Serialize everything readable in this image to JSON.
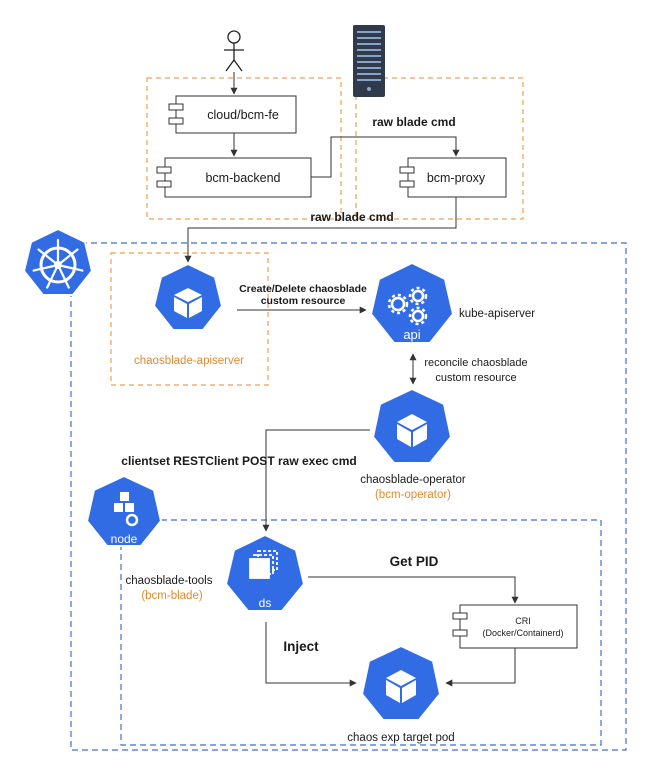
{
  "labels": {
    "cloud_fe": "cloud/bcm-fe",
    "bcm_backend": "bcm-backend",
    "bcm_proxy": "bcm-proxy",
    "raw_blade_cmd_top": "raw blade cmd",
    "raw_blade_cmd_bottom": "raw blade cmd",
    "create_delete_line1": "Create/Delete chaosblade",
    "create_delete_line2": "custom resource",
    "kube_apiserver": "kube-apiserver",
    "api_badge": "api",
    "reconcile_line1": "reconcile chaosblade",
    "reconcile_line2": "custom resource",
    "chaosblade_apiserver": "chaosblade-apiserver",
    "clientset": "clientset RESTClient POST raw exec cmd",
    "operator_line1": "chaosblade-operator",
    "operator_line2": "(bcm-operator)",
    "node_badge": "node",
    "tools_line1": "chaosblade-tools",
    "tools_line2": "(bcm-blade)",
    "ds_badge": "ds",
    "get_pid": "Get PID",
    "cri_line1": "CRI",
    "cri_line2": "(Docker/Containerd)",
    "inject": "Inject",
    "target_pod": "chaos exp target pod"
  },
  "colors": {
    "k8s_blue": "#326ce5",
    "orange_accent": "#e28a2c",
    "dashed_blue": "#3f6fd8",
    "dashed_orange": "#f0a050",
    "server_dark": "#2f3a4a",
    "line": "#333333"
  },
  "icons": {
    "user": "stick-figure-user-icon",
    "server": "server-rack-icon",
    "k8s": "kubernetes-helm-wheel-icon",
    "cube": "cube-icon",
    "gears": "gears-icon",
    "ds": "stacked-squares-icon"
  }
}
